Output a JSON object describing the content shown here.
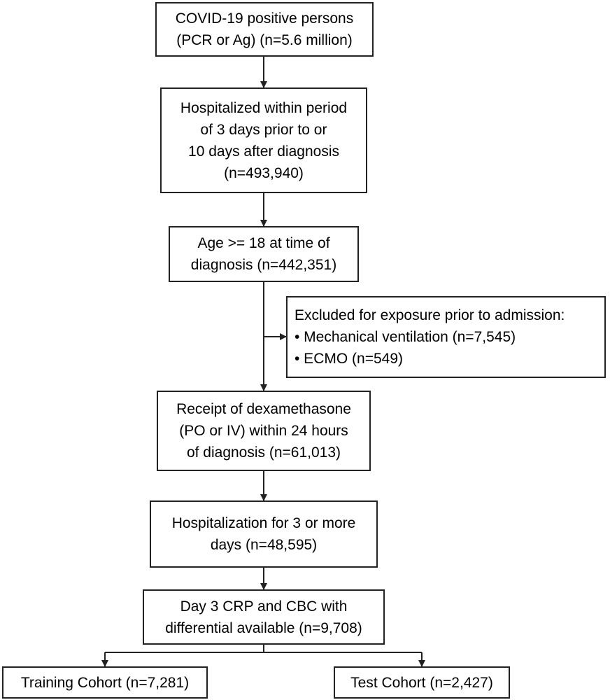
{
  "boxes": {
    "positive": [
      "COVID-19 positive persons",
      "(PCR or Ag) (n=5.6 million)"
    ],
    "hospitalized": [
      "Hospitalized within period",
      "of 3 days prior to or",
      "10 days after diagnosis",
      "(n=493,940)"
    ],
    "age": [
      "Age >= 18 at time of",
      "diagnosis (n=442,351)"
    ],
    "excluded": [
      "Excluded for exposure prior to admission:",
      "• Mechanical ventilation (n=7,545)",
      "• ECMO (n=549)"
    ],
    "dexamethasone": [
      "Receipt of dexamethasone",
      "(PO or IV) within 24 hours",
      "of diagnosis (n=61,013)"
    ],
    "hospitalization3": [
      "Hospitalization for 3 or more",
      "days (n=48,595)"
    ],
    "crp": [
      "Day 3 CRP and CBC with",
      "differential available (n=9,708)"
    ],
    "training": [
      "Training Cohort (n=7,281)"
    ],
    "test": [
      "Test Cohort (n=2,427)"
    ]
  },
  "colors": {
    "line": "#222222",
    "box_border": "#222222",
    "text": "#000000"
  }
}
